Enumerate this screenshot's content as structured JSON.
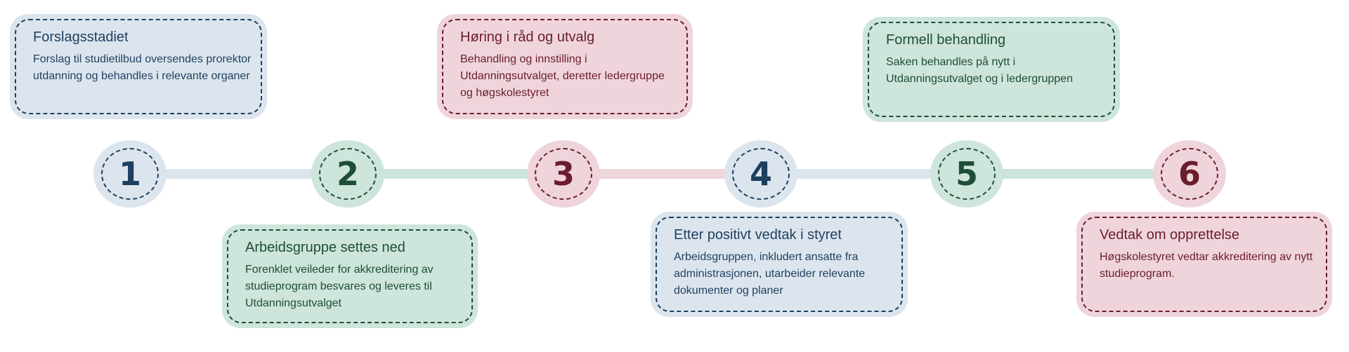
{
  "colors": {
    "blue_fill": "#dce5ee",
    "blue_ink": "#1e3f5e",
    "green_fill": "#cee5db",
    "green_ink": "#1e4d38",
    "red_fill": "#efd5db",
    "red_ink": "#6b1c2c"
  },
  "steps": [
    {
      "number": "1",
      "title": "Forslagsstadiet",
      "description": "Forslag til studietilbud oversendes prorektor utdanning og behandles i relevante organer"
    },
    {
      "number": "2",
      "title": "Arbeidsgruppe settes ned",
      "description": "Forenklet veileder for akkreditering av studieprogram besvares og leveres til Utdanningsutvalget"
    },
    {
      "number": "3",
      "title": "Høring i råd og utvalg",
      "description": "Behandling og innstilling i Utdanningsutvalget, deretter ledergruppe og høgskolestyret"
    },
    {
      "number": "4",
      "title": "Etter positivt vedtak i styret",
      "description": "Arbeidsgruppen, inkludert ansatte fra administrasjonen, utarbeider relevante dokumenter og planer"
    },
    {
      "number": "5",
      "title": "Formell behandling",
      "description": "Saken behandles på nytt i Utdanningsutvalget og i ledergruppen"
    },
    {
      "number": "6",
      "title": "Vedtak om opprettelse",
      "description": "Høgskolestyret vedtar akkreditering av nytt studieprogram."
    }
  ]
}
